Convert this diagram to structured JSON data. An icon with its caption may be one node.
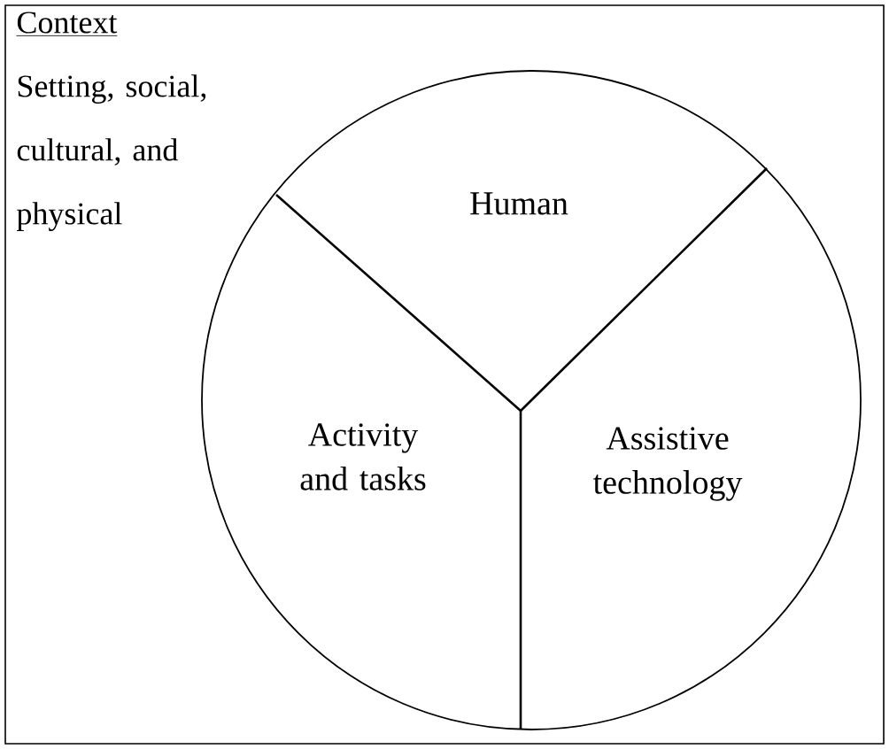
{
  "diagram": {
    "nodes": [
      {
        "text": [
          "Context",
          "Setting, social, cultural, and physical"
        ]
      },
      {
        "text": [],
        "shape": "circle",
        "in": 0
      },
      {
        "text": [
          "Human"
        ],
        "in": 1
      },
      {
        "text": [
          "Activity and tasks"
        ],
        "in": 1
      },
      {
        "text": [
          "Assistive technology"
        ],
        "in": 1
      }
    ]
  }
}
